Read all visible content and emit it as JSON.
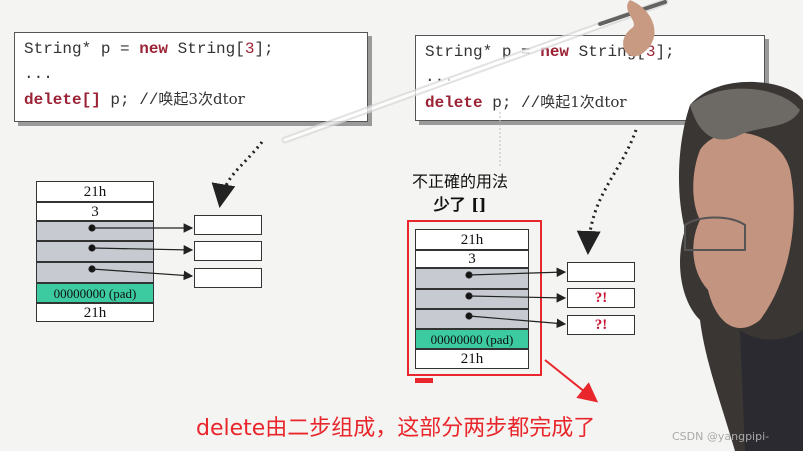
{
  "left_code": {
    "line1": {
      "type": "String* p = ",
      "kw": "new",
      "rest": " String[",
      "num": "3",
      "end": "];"
    },
    "line2": "...",
    "line3": {
      "kw": "delete[]",
      "rest": " p;  //",
      "comment_cn": "唤起3次dtor"
    }
  },
  "right_code": {
    "line1": {
      "type": "String* p = ",
      "kw": "new",
      "rest": " String[",
      "num": "3",
      "end": "];"
    },
    "line2": "...",
    "line3": {
      "kw": "delete",
      "rest": " p;  //",
      "comment_cn": "唤起1次dtor"
    }
  },
  "left_memory": {
    "cells": [
      "21h",
      "3",
      "",
      "",
      "",
      "00000000 (pad)",
      "21h"
    ]
  },
  "right_memory": {
    "cells": [
      "21h",
      "3",
      "",
      "",
      "",
      "00000000 (pad)",
      "21h"
    ],
    "targets": [
      "",
      "?!",
      "?!"
    ]
  },
  "wrong_note": {
    "line1": "不正確的用法",
    "line2": "少了 []"
  },
  "caption": "delete由二步组成，这部分两步都完成了",
  "watermark": "CSDN @yangpipi-",
  "colors": {
    "keyword": "#9b2335",
    "pad": "#3ccaa0",
    "pointer_cell": "#c8cad2",
    "alert": "#e8262b"
  }
}
